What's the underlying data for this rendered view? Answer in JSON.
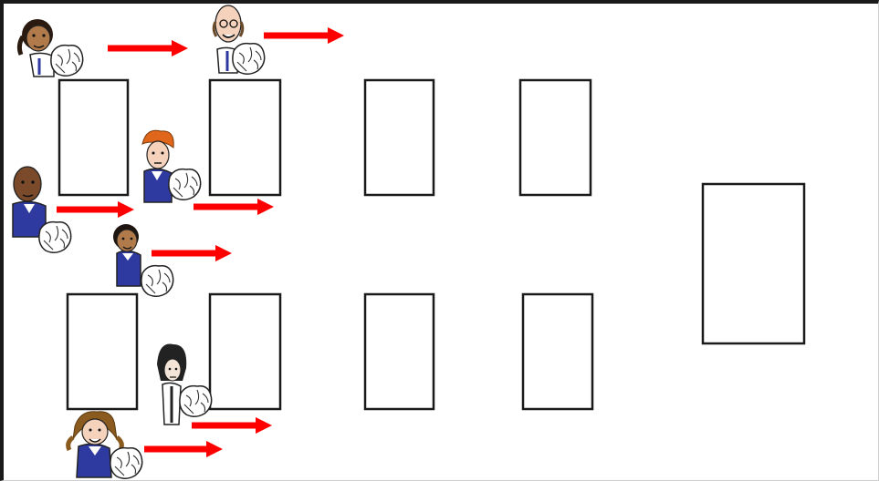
{
  "diagram": {
    "description_items": {
      "desks_top_row": 4,
      "desks_bottom_row": 4,
      "teacher_desk": 1,
      "students": 7
    },
    "colors": {
      "arrow": "#ff0000",
      "desk_border": "#1a1a1a",
      "uniform": "#2f3aa0",
      "skin_light": "#f2c9a5",
      "skin_dark": "#7a4a2a",
      "hair_orange": "#e0661c",
      "hair_brown": "#8a5a1e",
      "hair_black": "#222222"
    },
    "icons": [
      "student-figure-icon",
      "paper-ball-icon",
      "arrow-right-icon"
    ]
  }
}
